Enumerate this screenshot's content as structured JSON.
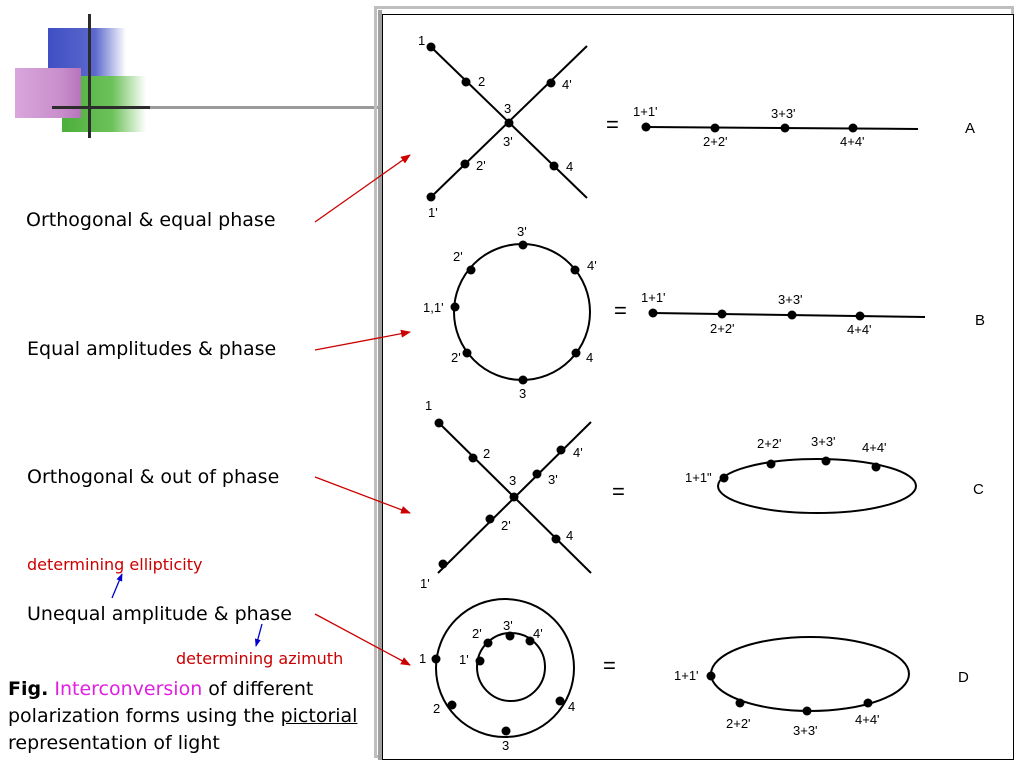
{
  "labels": {
    "orthogonal_equal": "Orthogonal & equal phase",
    "equal_amplitudes": "Equal amplitudes & phase",
    "orthogonal_out": "Orthogonal & out of phase",
    "determining_ellipticity": "determining ellipticity",
    "unequal_amplitude": "Unequal amplitude & phase",
    "determining_azimuth": "determining azimuth"
  },
  "caption": {
    "fig": "Fig.",
    "interconversion": "Interconversion",
    "part1": " of different polarization forms using the ",
    "pictorial": "pictorial",
    "part2": " representation of light"
  },
  "panels": {
    "A": {
      "letter": "A",
      "points": [
        "1",
        "2",
        "3",
        "3'",
        "4'",
        "2'",
        "4",
        "1'"
      ],
      "equals": "=",
      "result": [
        "1+1'",
        "2+2'",
        "3+3'",
        "4+4'"
      ]
    },
    "B": {
      "letter": "B",
      "points": [
        "3'",
        "2'",
        "4'",
        "1,1'",
        "2'",
        "4",
        "3"
      ],
      "equals": "=",
      "result": [
        "1+1'",
        "2+2'",
        "3+3'",
        "4+4'"
      ]
    },
    "C": {
      "letter": "C",
      "points": [
        "1",
        "2",
        "3",
        "4'",
        "3'",
        "2'",
        "4",
        "1'"
      ],
      "equals": "=",
      "result": [
        "1+1\"",
        "2+2'",
        "3+3'",
        "4+4'"
      ]
    },
    "D": {
      "letter": "D",
      "outer_points": [
        "1",
        "2",
        "3",
        "4"
      ],
      "inner_points": [
        "1'",
        "2'",
        "3'",
        "4'"
      ],
      "equals": "=",
      "result": [
        "1+1'",
        "2+2'",
        "3+3'",
        "4+4'"
      ]
    }
  },
  "colors": {
    "arrow_red": "#cc0000",
    "arrow_blue": "#0000cc",
    "accent_magenta": "#e020e0"
  }
}
